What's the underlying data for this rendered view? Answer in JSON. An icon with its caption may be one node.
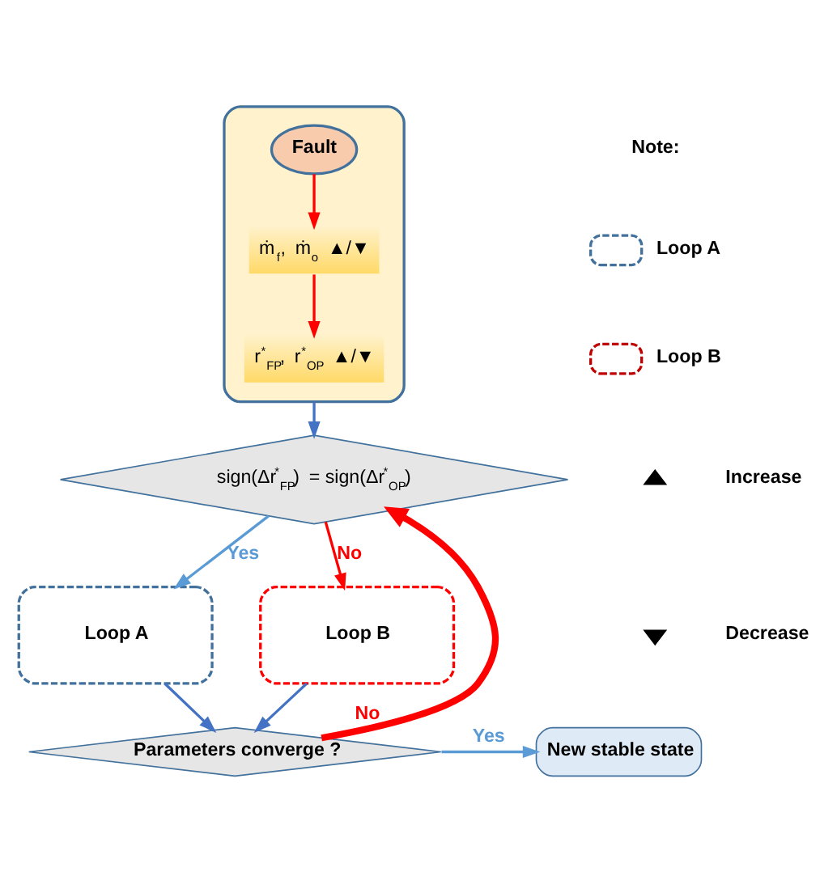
{
  "diagram": {
    "nodes": [
      {
        "text": [],
        "shape": "box"
      },
      {
        "text": [
          "Fault"
        ],
        "in": 0
      },
      {
        "text": [
          "ṁ$_{f}$, ṁ$_{o}$ ▲/▼"
        ],
        "in": 0
      },
      {
        "text": [
          "r$^{*}$$_{FP}$, r$^{*}$$_{OP}$ ▲/▼"
        ],
        "in": 0
      },
      {
        "text": [
          "sign(Δr$^{*}$$_{FP}$) = sign(Δr$^{*}$$_{OP}$)"
        ]
      },
      {
        "text": [
          "Loop A"
        ]
      },
      {
        "text": [
          "Loop B"
        ]
      },
      {
        "text": [
          "Parameters converge ?"
        ]
      },
      {
        "text": [
          "New stable state"
        ]
      }
    ],
    "edges": [
      {
        "from": 1,
        "to": 2,
        "arrow": "to",
        "color": "#ff0000"
      },
      {
        "from": 2,
        "to": 3,
        "arrow": "to",
        "color": "#ff0000"
      },
      {
        "from": 0,
        "to": 4,
        "arrow": "to",
        "color": "#4472c4"
      },
      {
        "from": 4,
        "to": 5,
        "arrow": "to",
        "label": "Yes",
        "color": "#5b9bd5"
      },
      {
        "from": 4,
        "to": 6,
        "arrow": "to",
        "label": "No",
        "color": "#ff0000"
      },
      {
        "from": 5,
        "to": 7,
        "arrow": "to",
        "color": "#4472c4"
      },
      {
        "from": 6,
        "to": 7,
        "arrow": "to",
        "color": "#4472c4"
      },
      {
        "from": 7,
        "to": 4,
        "arrow": "to",
        "label": "No",
        "style": "thick",
        "color": "#ff0000"
      },
      {
        "from": 7,
        "to": 8,
        "arrow": "to",
        "label": "Yes",
        "color": "#5b9bd5"
      }
    ],
    "labels": [
      "Note:"
    ],
    "legend": [
      {
        "text": "Loop A"
      },
      {
        "text": "Loop B"
      },
      {
        "text": "Increase"
      },
      {
        "text": "Decrease"
      }
    ]
  }
}
